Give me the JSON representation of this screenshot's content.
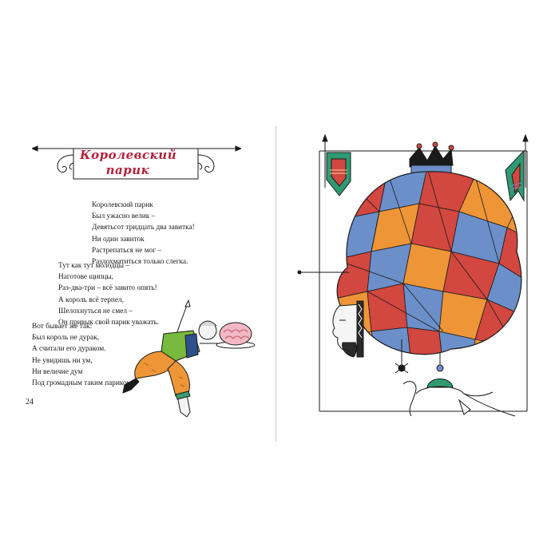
{
  "title": [
    "Королевский",
    "парик"
  ],
  "poem": {
    "stanza1": [
      "Королевский парик",
      "Был ужасно велик –",
      "Девятьсот тридцать два завитка!",
      "Ни один завиток",
      "Растрепаться не мог –",
      "Разлохматиться только слегка."
    ],
    "stanza2": [
      "Тут как тут молодцы –",
      "Наготове щипцы,",
      "Раз-два-три – всё завито опять!",
      "А король всё терпел,",
      "Шелохнуться не смел –",
      "Он привык свой парик уважать."
    ],
    "stanza3": [
      "Вот бывает же так:",
      "Был король не дурак,",
      "А считали его дураком.",
      "Не увидишь ни ум,",
      "Ни величие дум",
      "Под громадным таким париком!"
    ]
  },
  "page_number": "24",
  "colors": {
    "title_red": "#b3223a",
    "wig_red": "#d2473f",
    "wig_blue": "#6b8fc9",
    "wig_orange": "#ee9537",
    "banner_green": "#2f9a72",
    "ink": "#1a1a1a"
  }
}
